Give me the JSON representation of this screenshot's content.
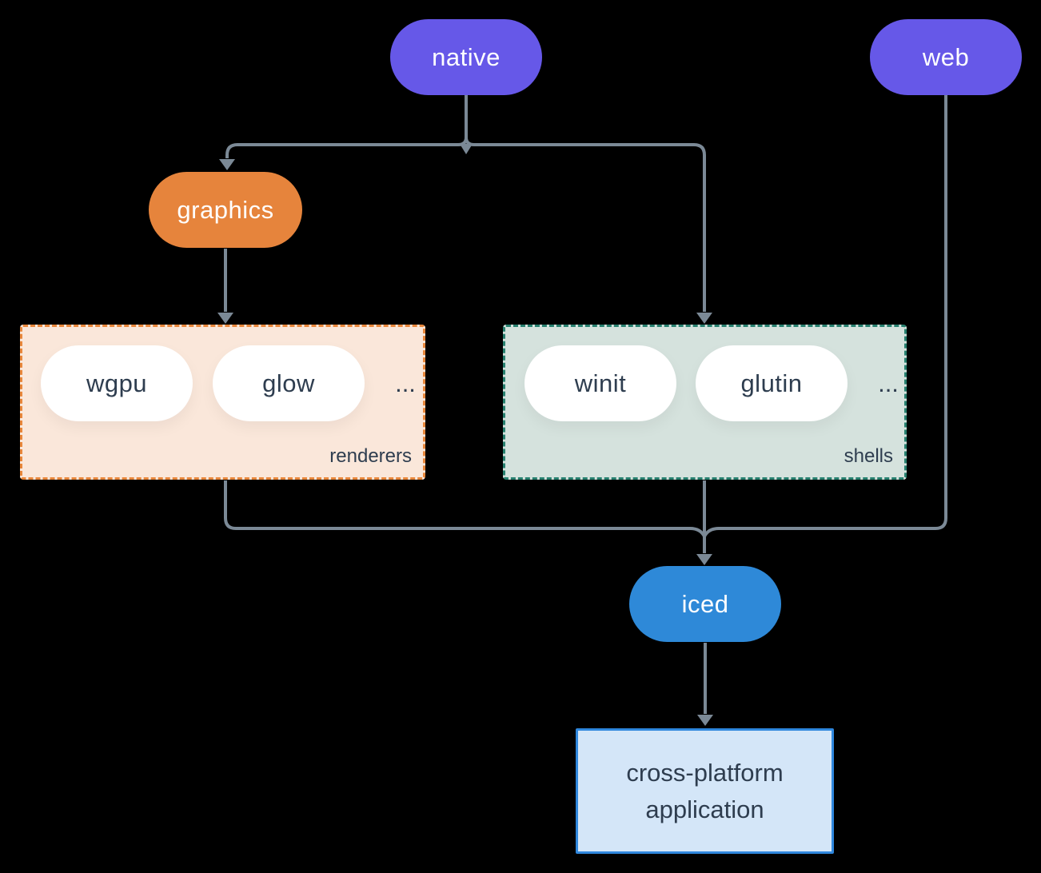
{
  "nodes": {
    "native": "native",
    "web": "web",
    "graphics": "graphics",
    "iced": "iced"
  },
  "groups": {
    "renderers": {
      "label": "renderers",
      "pills": [
        "wgpu",
        "glow"
      ],
      "ellipsis": "..."
    },
    "shells": {
      "label": "shells",
      "pills": [
        "winit",
        "glutin"
      ],
      "ellipsis": "..."
    }
  },
  "app": {
    "line1": "cross-platform",
    "line2": "application"
  },
  "colors": {
    "background": "#000000",
    "purple": "#6658e8",
    "orange": "#e6843c",
    "blue": "#2e89d8",
    "renderers_bg": "#fae7da",
    "renderers_border": "#e8873b",
    "shells_bg": "#d5e2dd",
    "shells_border": "#27806f",
    "app_bg": "#d4e6f8",
    "app_border": "#2f87dd",
    "line": "#7b8996",
    "text_dark": "#2e3d4f",
    "text_light": "#ffffff"
  }
}
